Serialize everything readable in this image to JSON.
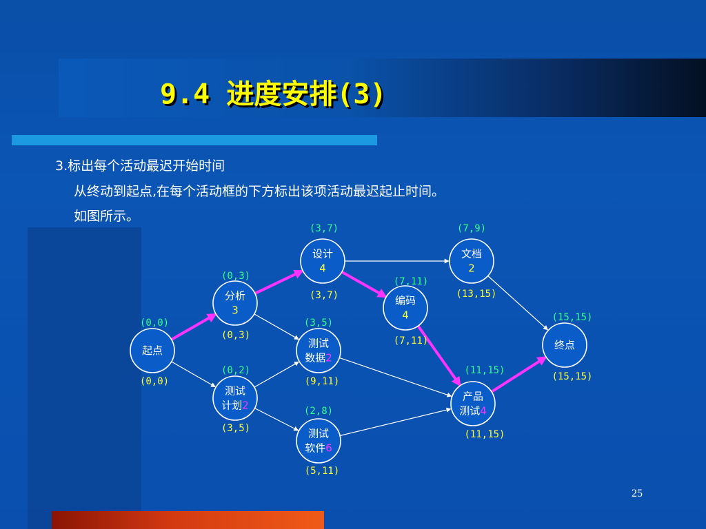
{
  "title": "9.4 进度安排(3)",
  "body": {
    "line1": "3.标出每个活动最迟开始时间",
    "line2": "从终动到起点,在每个活动框的下方标出该项活动最迟起止时间。",
    "line3": "如图所示。"
  },
  "page_number": "25",
  "colors": {
    "background": "#0a52ae",
    "title": "#ffff00",
    "early_annotation": "#33ff88",
    "late_annotation": "#ffff33",
    "duration_magenta": "#ff33ff",
    "critical_path": "#ff33ff",
    "rule_bar": "#1b9ae2",
    "bottom_bar": "#e04a14"
  },
  "diagram": {
    "nodes": [
      {
        "id": "start",
        "lines": [
          "起点"
        ],
        "duration": "",
        "early": "(0,0)",
        "late": "(0,0)"
      },
      {
        "id": "analysis",
        "lines": [
          "分析"
        ],
        "duration": "3",
        "duration_color": "yellow",
        "early": "(0,3)",
        "late": "(0,3)"
      },
      {
        "id": "test-plan",
        "lines": [
          "测试",
          "计划"
        ],
        "duration": "2",
        "duration_color": "magenta",
        "early": "(0,2)",
        "late": "(3,5)"
      },
      {
        "id": "design",
        "lines": [
          "设计"
        ],
        "duration": "4",
        "duration_color": "yellow",
        "early": "(3,7)",
        "late": "(3,7)"
      },
      {
        "id": "test-data",
        "lines": [
          "测试",
          "数据"
        ],
        "duration": "2",
        "duration_color": "magenta",
        "early": "(3,5)",
        "late": "(9,11)"
      },
      {
        "id": "test-software",
        "lines": [
          "测试",
          "软件"
        ],
        "duration": "6",
        "duration_color": "magenta",
        "early": "(2,8)",
        "late": "(5,11)"
      },
      {
        "id": "coding",
        "lines": [
          "编码"
        ],
        "duration": "4",
        "duration_color": "yellow",
        "early": "(7,11)",
        "late": "(7,11)"
      },
      {
        "id": "docs",
        "lines": [
          "文档"
        ],
        "duration": "2",
        "duration_color": "yellow",
        "early": "(7,9)",
        "late": "(13,15)"
      },
      {
        "id": "product-test",
        "lines": [
          "产品",
          "测试"
        ],
        "duration": "4",
        "duration_color": "magenta",
        "early": "(11,15)",
        "late": "(11,15)"
      },
      {
        "id": "end",
        "lines": [
          "终点"
        ],
        "duration": "",
        "early": "(15,15)",
        "late": "(15,15)"
      }
    ],
    "edges": [
      {
        "from": "start",
        "to": "analysis",
        "critical": true
      },
      {
        "from": "start",
        "to": "test-plan",
        "critical": false
      },
      {
        "from": "analysis",
        "to": "design",
        "critical": true
      },
      {
        "from": "analysis",
        "to": "test-data",
        "critical": false
      },
      {
        "from": "test-plan",
        "to": "test-data",
        "critical": false
      },
      {
        "from": "test-plan",
        "to": "test-software",
        "critical": false
      },
      {
        "from": "design",
        "to": "docs",
        "critical": false
      },
      {
        "from": "design",
        "to": "coding",
        "critical": true
      },
      {
        "from": "coding",
        "to": "product-test",
        "critical": true
      },
      {
        "from": "test-data",
        "to": "product-test",
        "critical": false
      },
      {
        "from": "test-software",
        "to": "product-test",
        "critical": false
      },
      {
        "from": "docs",
        "to": "end",
        "critical": false
      },
      {
        "from": "product-test",
        "to": "end",
        "critical": true
      }
    ]
  }
}
